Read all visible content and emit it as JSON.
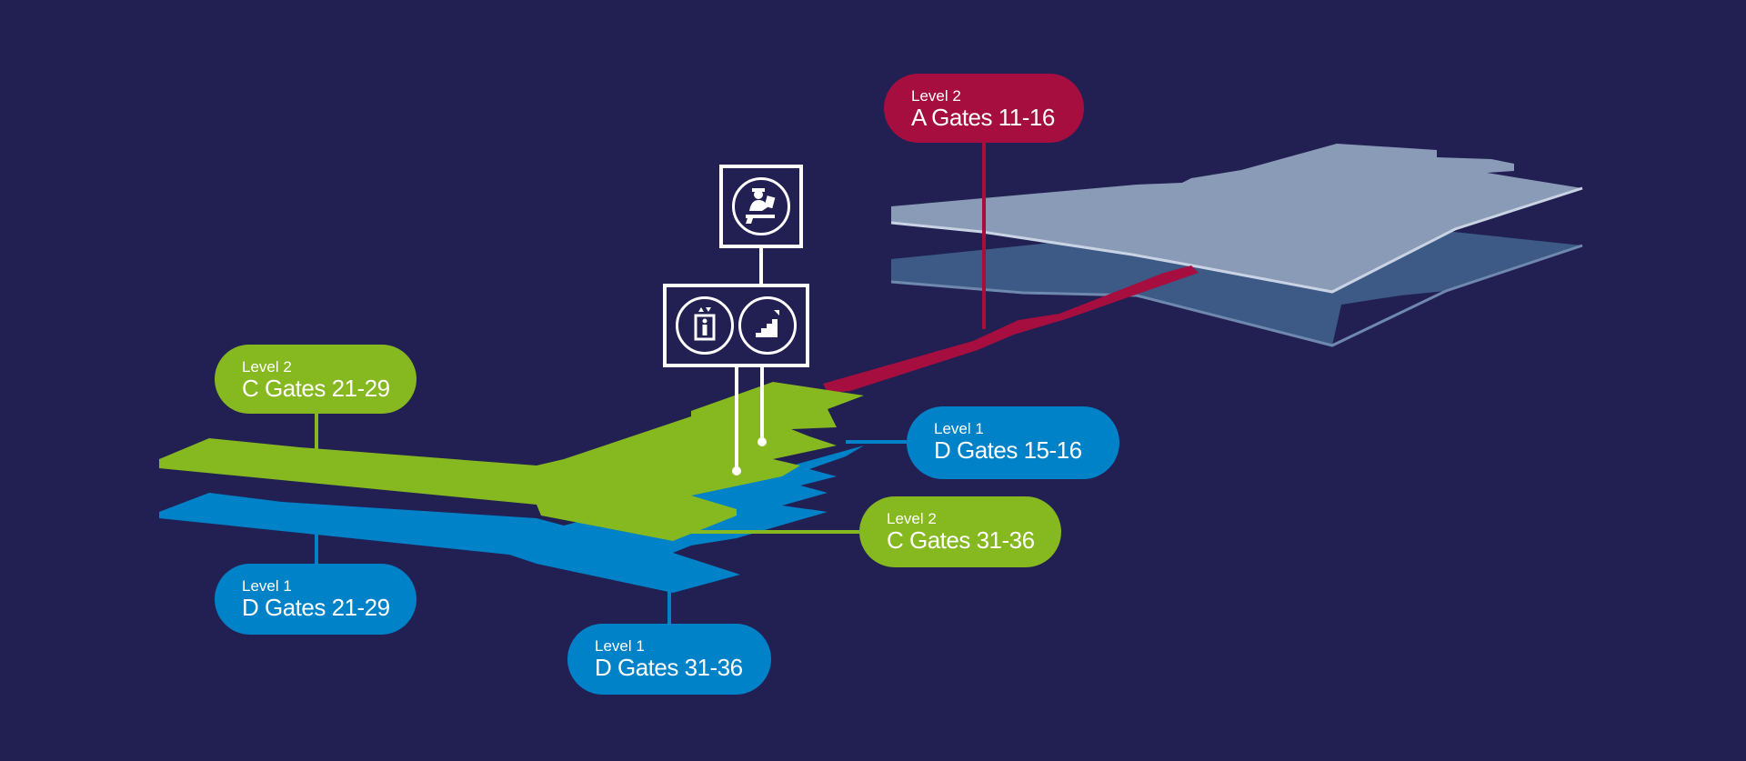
{
  "labels": {
    "a_11_16": {
      "level": "Level 2",
      "gates": "A Gates 11-16"
    },
    "c_21_29": {
      "level": "Level 2",
      "gates": "C Gates 21-29"
    },
    "d_15_16": {
      "level": "Level 1",
      "gates": "D Gates 15-16"
    },
    "c_31_36": {
      "level": "Level 2",
      "gates": "C Gates 31-36"
    },
    "d_21_29": {
      "level": "Level 1",
      "gates": "D Gates 21-29"
    },
    "d_31_36": {
      "level": "Level 1",
      "gates": "D Gates 31-36"
    }
  },
  "icons": {
    "service": "customer-service-icon",
    "elevator": "elevator-icon",
    "stairs": "stairs-icon"
  },
  "colors": {
    "background": "#221f52",
    "level2_green": "#86b81f",
    "level1_blue": "#0082c9",
    "concourse_a_red": "#a50e3f",
    "upper_floor": "#8a9bb8",
    "lower_floor": "#3d5a86"
  }
}
